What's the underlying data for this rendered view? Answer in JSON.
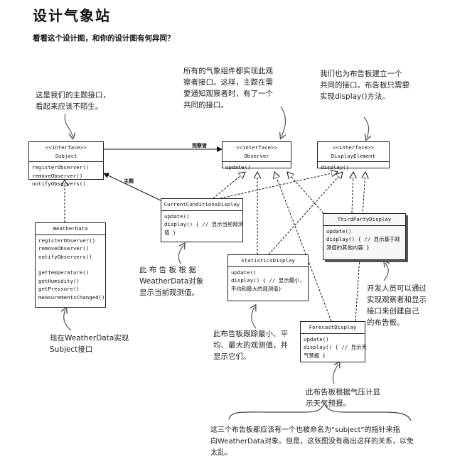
{
  "title": "设计气象站",
  "subtitle": "看看这个设计图，和你的设计图有何异同？",
  "notes": {
    "subject": [
      "这是我们的主题接口，",
      "看起来应该不陌生。"
    ],
    "observer": [
      "所有的气象组件都实现此观",
      "察者接口。这样，主题在需",
      "要通知观察者时，有了一个",
      "共同的接口。"
    ],
    "display": [
      "我们也为布告板建立一个",
      "共同的接口。布告板只需要",
      "实现display()方法。"
    ],
    "current": [
      "此 布 告 板 根 据",
      "WeatherData对象",
      "显示当前观测值。"
    ],
    "weatherdata": [
      "现在WeatherData实现",
      "Subject接口"
    ],
    "statistics": [
      "此布告板跟踪最小、平",
      "均、最大的观测值，并",
      "显示它们。"
    ],
    "thirdparty": [
      "开发人员可以通过",
      "实现观察者和显示",
      "接口来创建自己",
      "的布告板。"
    ],
    "forecast": [
      "此布告板根据气压计显",
      "示天气预报。"
    ],
    "bottom": [
      "这三个布告板都应该有一个也被命名为“subject”的指针来指",
      "向WeatherData对象。但是，这张图没有画出这样的关系，以免",
      "太乱。"
    ]
  },
  "labels": {
    "observers": "观察者",
    "subject": "主题"
  },
  "boxes": {
    "subject": {
      "stereotype": "<<interface>>",
      "name": "Subject",
      "methods": [
        "registerObserver()",
        "removeObserver()",
        "notifyObservers()"
      ]
    },
    "observer": {
      "stereotype": "<<interface>>",
      "name": "Observer",
      "methods": [
        "update()"
      ]
    },
    "display": {
      "stereotype": "<<interface>>",
      "name": "DisplayElement",
      "methods": [
        "display()"
      ]
    },
    "weatherdata": {
      "name": "WeatherData",
      "methods": [
        "registerObserver()",
        "removeObserver()",
        "notifyObservers()"
      ],
      "methods2": [
        "getTemperature()",
        "getHumidity()",
        "getPressure()",
        "measurementsChanged()"
      ]
    },
    "current": {
      "name": "CurrentConditionsDisplay",
      "methods": [
        "update()",
        "display() { // 显示当前观测",
        "值 }"
      ]
    },
    "thirdparty": {
      "name": "ThirdPartyDisplay",
      "methods": [
        "update()",
        "display() { // 显示基于观",
        "测值的其他内容 }"
      ]
    },
    "statistics": {
      "name": "StatisticsDisplay",
      "methods": [
        "update()",
        "display() { // 显示最小、",
        "平均和最大的观测值}"
      ]
    },
    "forecast": {
      "name": "ForecastDisplay",
      "methods": [
        "update()",
        "display() { // 显示天",
        "气预报 }"
      ]
    }
  }
}
